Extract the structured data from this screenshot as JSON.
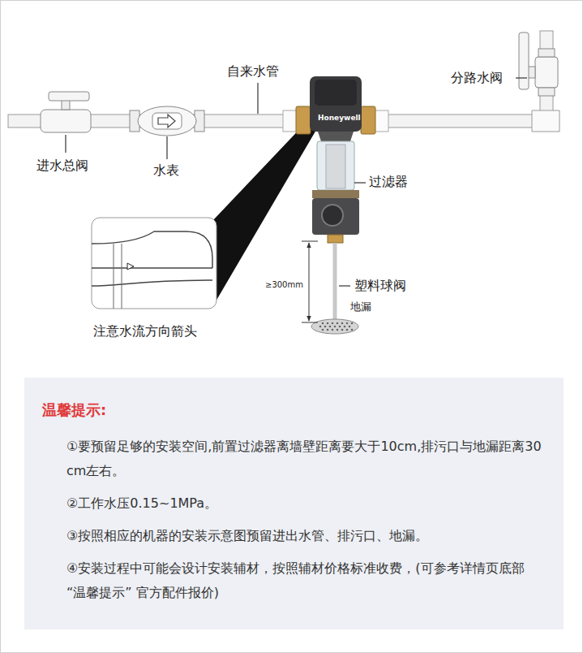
{
  "diagram": {
    "nodes": [
      {
        "text": [
          "注意水流方向箭头"
        ]
      },
      {
        "text": [
          "温馨提示:",
          "①要预留足够的安装空间,前置过滤器离墙壁距离要大于10cm,排污口与地漏距离30cm左右。",
          "②工作水压0.15~1MPa。",
          "③按照相应的机器的安装示意图预留进出水管、排污口、地漏。",
          "④安装过程中可能会设计安装辅材，按照辅材价格标准收费，(可参考详情页底部 “温馨提示” 官方配件报价)"
        ]
      }
    ],
    "labels": [
      "自来水管",
      "分路水阀",
      "进水总阀",
      "水表",
      "Honeywell",
      "过滤器",
      "≥300mm",
      "塑料球阀",
      "地漏"
    ]
  }
}
